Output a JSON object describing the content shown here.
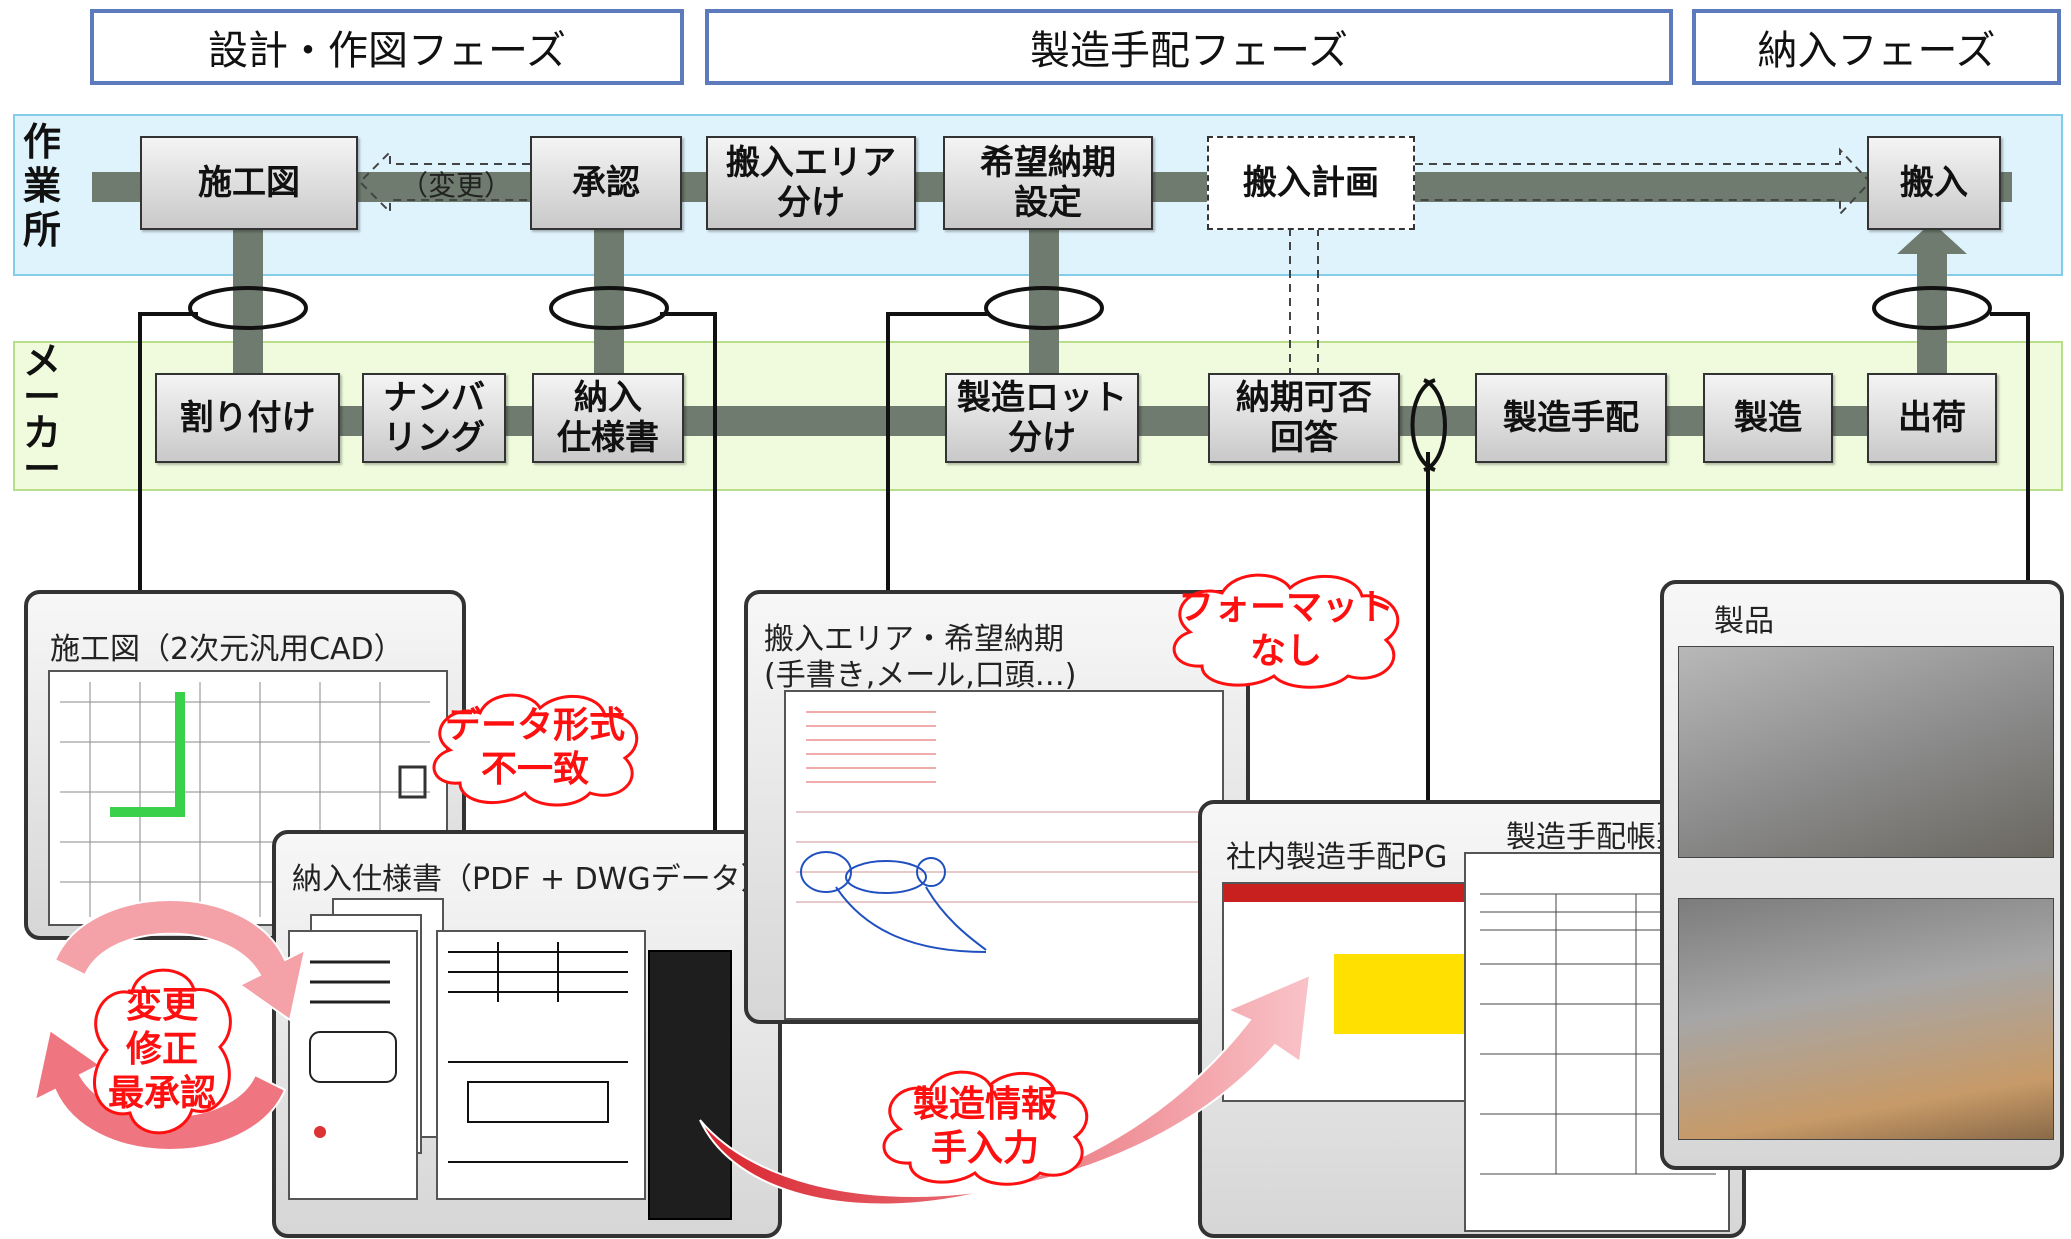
{
  "phases": {
    "design": "設計・作図フェーズ",
    "manufacture": "製造手配フェーズ",
    "delivery": "納入フェーズ"
  },
  "lanes": {
    "site": [
      "作",
      "業",
      "所"
    ],
    "maker": [
      "メ",
      "ー",
      "カ",
      "ー"
    ]
  },
  "site_nodes": {
    "construction_drawing": "施工図",
    "change_label": "（変更）",
    "approval": "承認",
    "delivery_area": [
      "搬入エリア",
      "分け"
    ],
    "desired_date": [
      "希望納期",
      "設定"
    ],
    "delivery_plan": "搬入計画",
    "delivery_in": "搬入"
  },
  "maker_nodes": {
    "allocation": "割り付け",
    "numbering": [
      "ナンバ",
      "リング"
    ],
    "spec_doc": [
      "納入",
      "仕様書"
    ],
    "lot_split": [
      "製造ロット",
      "分け"
    ],
    "date_answer": [
      "納期可否",
      "回答"
    ],
    "mfg_arrange": "製造手配",
    "mfg": "製造",
    "shipping": "出荷"
  },
  "panels": {
    "cad": "施工図（2次元汎用CAD）",
    "spec": "納入仕様書（PDF + DWGデータ）",
    "area": [
      "搬入エリア・希望納期",
      "(手書き,メール,口頭…)"
    ],
    "pg": "社内製造手配PG",
    "slip": "製造手配帳票",
    "product": "製品"
  },
  "clouds": {
    "format_mismatch": [
      "データ形式",
      "不一致"
    ],
    "no_format": [
      "フォーマット",
      "なし"
    ],
    "manual_input": [
      "製造情報",
      "手入力"
    ],
    "change_cycle": [
      "変更",
      "修正",
      "最承認"
    ]
  },
  "colors": {
    "phase_border": "#5b7bbd",
    "site_lane": "#dff3fd",
    "maker_lane": "#effbdc",
    "cloud_text": "#ff1010",
    "flow_bar": "#6e7b6e"
  }
}
